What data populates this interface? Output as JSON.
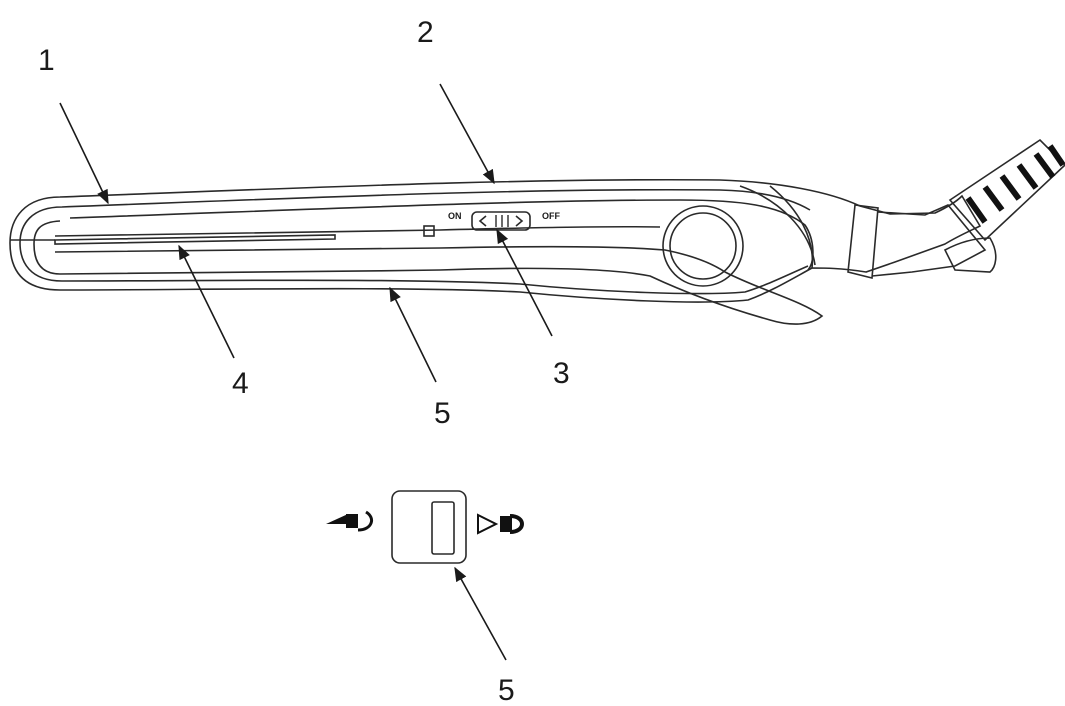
{
  "callouts": {
    "c1": "1",
    "c2": "2",
    "c3": "3",
    "c4": "4",
    "c5_body": "5",
    "c5_lock": "5"
  },
  "switch": {
    "on_label": "ON",
    "off_label": "OFF"
  },
  "icons": {
    "unlock": "unlocked-padlock-icon",
    "lock": "locked-padlock-icon"
  },
  "colors": {
    "line": "#2a2a2a",
    "background": "#ffffff"
  }
}
